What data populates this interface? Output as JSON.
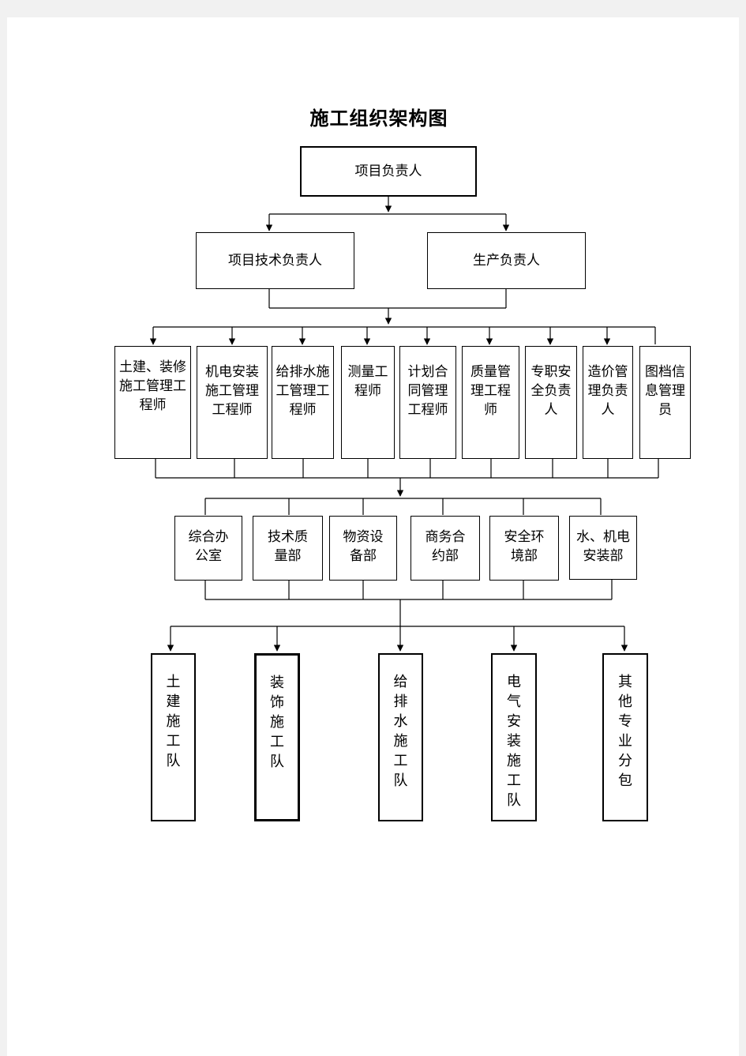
{
  "title": "施工组织架构图",
  "nodes": {
    "level1": [
      "项目负责人"
    ],
    "level2": [
      "项目技术负责人",
      "生产负责人"
    ],
    "level3": [
      "土建、装修施工管理工程师",
      "机电安装施工管理工程师",
      "给排水施工管理工程师",
      "测量工程师",
      "计划合同管理工程师",
      "质量管理工程师",
      "专职安全负责人",
      "造价管理负责人",
      "图档信息管理员"
    ],
    "level4": [
      "综合办公室",
      "技术质量部",
      "物资设备部",
      "商务合约部",
      "安全环境部",
      "水、机电安装部"
    ],
    "level5": [
      "土建施工队",
      "装饰施工队",
      "给排水施工队",
      "电气安装施工队",
      "其他专业分包"
    ]
  }
}
